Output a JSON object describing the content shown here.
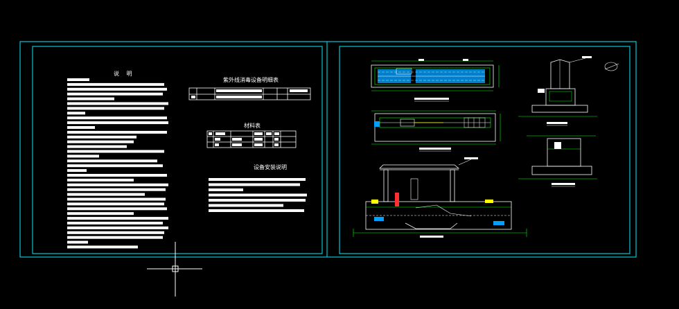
{
  "app": {
    "background": "#000000",
    "frame_color": "#00c8d2",
    "ink_color": "#ffffff",
    "dim_color": "#00ff00",
    "accent_red": "#ff3030",
    "accent_yellow": "#ffff00",
    "accent_blue": "#00a0ff"
  },
  "sheet_left": {
    "notes_title": "说  明",
    "equipment_table_title": "紫外线消毒设备明细表",
    "materials_table_title": "材料表",
    "install_notes_title": "设备安装说明"
  },
  "cursor": {
    "icon": "crosshair-cursor-icon"
  }
}
